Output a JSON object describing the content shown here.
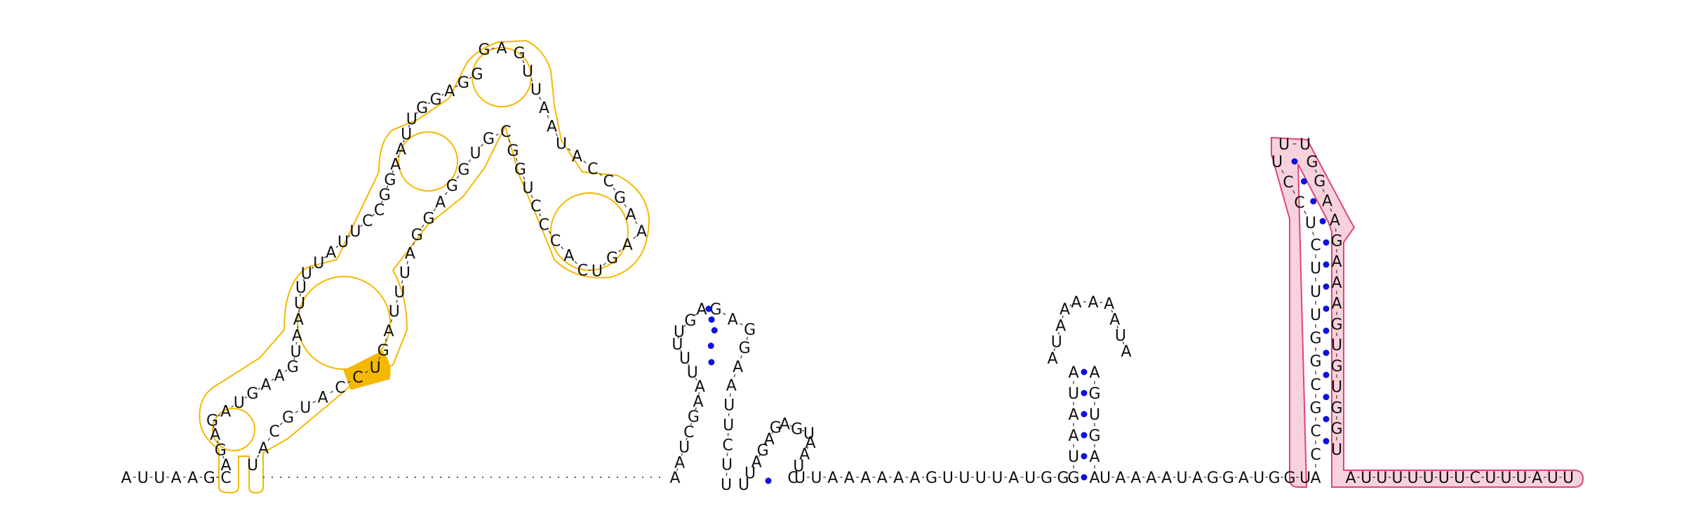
{
  "colors": {
    "background": "#ffffff",
    "text": "#111111",
    "backbone": "#555555",
    "pair_dot": "#1010e0",
    "highlight_outline": "#f5b800",
    "highlight_fill": "#f5b800",
    "pink_outline": "#e0447a",
    "pink_fill": "#f7d2dc"
  },
  "segments": [
    {
      "id": "five-prime-tail",
      "seq": "AUUAAGC"
    },
    {
      "id": "domain1-left-stem",
      "seq": "AGAGAUGAAGUAAUUUUAUUCCGGAAUUGGAGG"
    },
    {
      "id": "domain1-terminal-loop",
      "seq": "GA"
    },
    {
      "id": "domain1-right-stem",
      "seq": "GUUAAUACCGAAAGUCACCCUGGCGUGGAGGAUUUAGUCCAUGCAU"
    },
    {
      "id": "dotted-link",
      "seq": ""
    },
    {
      "id": "hairpin2-left",
      "seq": "AAUCGAAUUUUGA"
    },
    {
      "id": "hairpin2-loop",
      "seq": "GAGGAAUUCUU"
    },
    {
      "id": "hairpin3",
      "seq": "UUAGAGAGUAAUC"
    },
    {
      "id": "linker",
      "seq": "UUAAAAAAGUUUUAUGG"
    },
    {
      "id": "hairpin4-stem5",
      "seq": "GUAAUA"
    },
    {
      "id": "hairpin4-loop",
      "seq": "AUAAAAAAUA"
    },
    {
      "id": "hairpin4-stem3",
      "seq": "AGUGAA"
    },
    {
      "id": "linker2",
      "seq": "UAAAAUAGGAUGGU"
    },
    {
      "id": "long-hairpin-5",
      "seq": "ACCGCGGUUUCUCCU"
    },
    {
      "id": "long-hairpin-loop",
      "seq": "UU"
    },
    {
      "id": "long-hairpin-3",
      "seq": "GGAAGAAAGUGUGGU"
    },
    {
      "id": "three-prime-tail",
      "seq": "AUUUUUUUCUUUAUU"
    }
  ]
}
